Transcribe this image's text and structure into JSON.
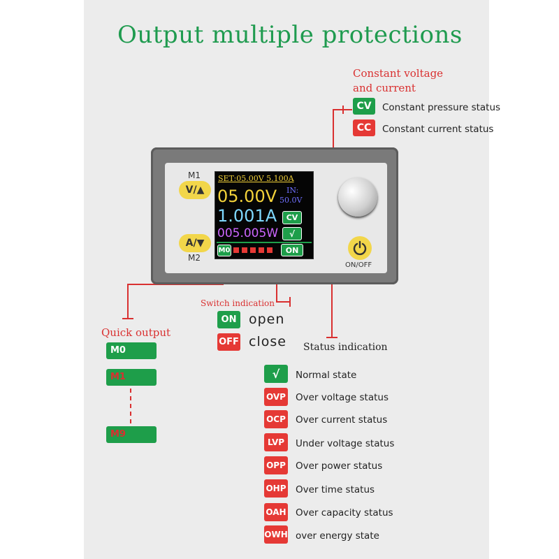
{
  "title": "Output multiple protections",
  "cv_cc": {
    "heading_line1": "Constant voltage",
    "heading_line2": "and current",
    "items": [
      {
        "badge": "CV",
        "label": "Constant pressure status",
        "color": "#1e9e4a"
      },
      {
        "badge": "CC",
        "label": "Constant current status",
        "color": "#e53935"
      }
    ]
  },
  "device": {
    "m1_label": "M1",
    "m2_label": "M2",
    "va_up_button": "V/▲",
    "av_down_button": "A/▼",
    "onoff_label": "ON/OFF",
    "screen": {
      "set_line": "SET:05.00V 5.100A",
      "voltage": "05.00V",
      "current": "1.001A",
      "power": "005.005W",
      "in_label": "IN:",
      "in_value": "50.0V",
      "cv_badge": "CV",
      "check_badge": "√",
      "slot_label": "M0",
      "on_badge": "ON"
    }
  },
  "switch_indication": {
    "heading": "Switch indication",
    "items": [
      {
        "badge": "ON",
        "label": "open",
        "color": "#1e9e4a"
      },
      {
        "badge": "OFF",
        "label": "close",
        "color": "#e53935"
      }
    ]
  },
  "quick_output": {
    "heading": "Quick output",
    "items": [
      "M0",
      "M1",
      "M9"
    ]
  },
  "status_indication": {
    "heading": "Status indication",
    "items": [
      {
        "badge": "√",
        "label": "Normal state",
        "color": "#1e9e4a"
      },
      {
        "badge": "OVP",
        "label": "Over voltage status",
        "color": "#e53935"
      },
      {
        "badge": "OCP",
        "label": "Over current status",
        "color": "#e53935"
      },
      {
        "badge": "LVP",
        "label": "Under voltage status",
        "color": "#e53935"
      },
      {
        "badge": "OPP",
        "label": "Over power status",
        "color": "#e53935"
      },
      {
        "badge": "OHP",
        "label": "Over time status",
        "color": "#e53935"
      },
      {
        "badge": "OAH",
        "label": "Over capacity status",
        "color": "#e53935"
      },
      {
        "badge": "OWH",
        "label": "over energy state",
        "color": "#e53935"
      }
    ]
  }
}
